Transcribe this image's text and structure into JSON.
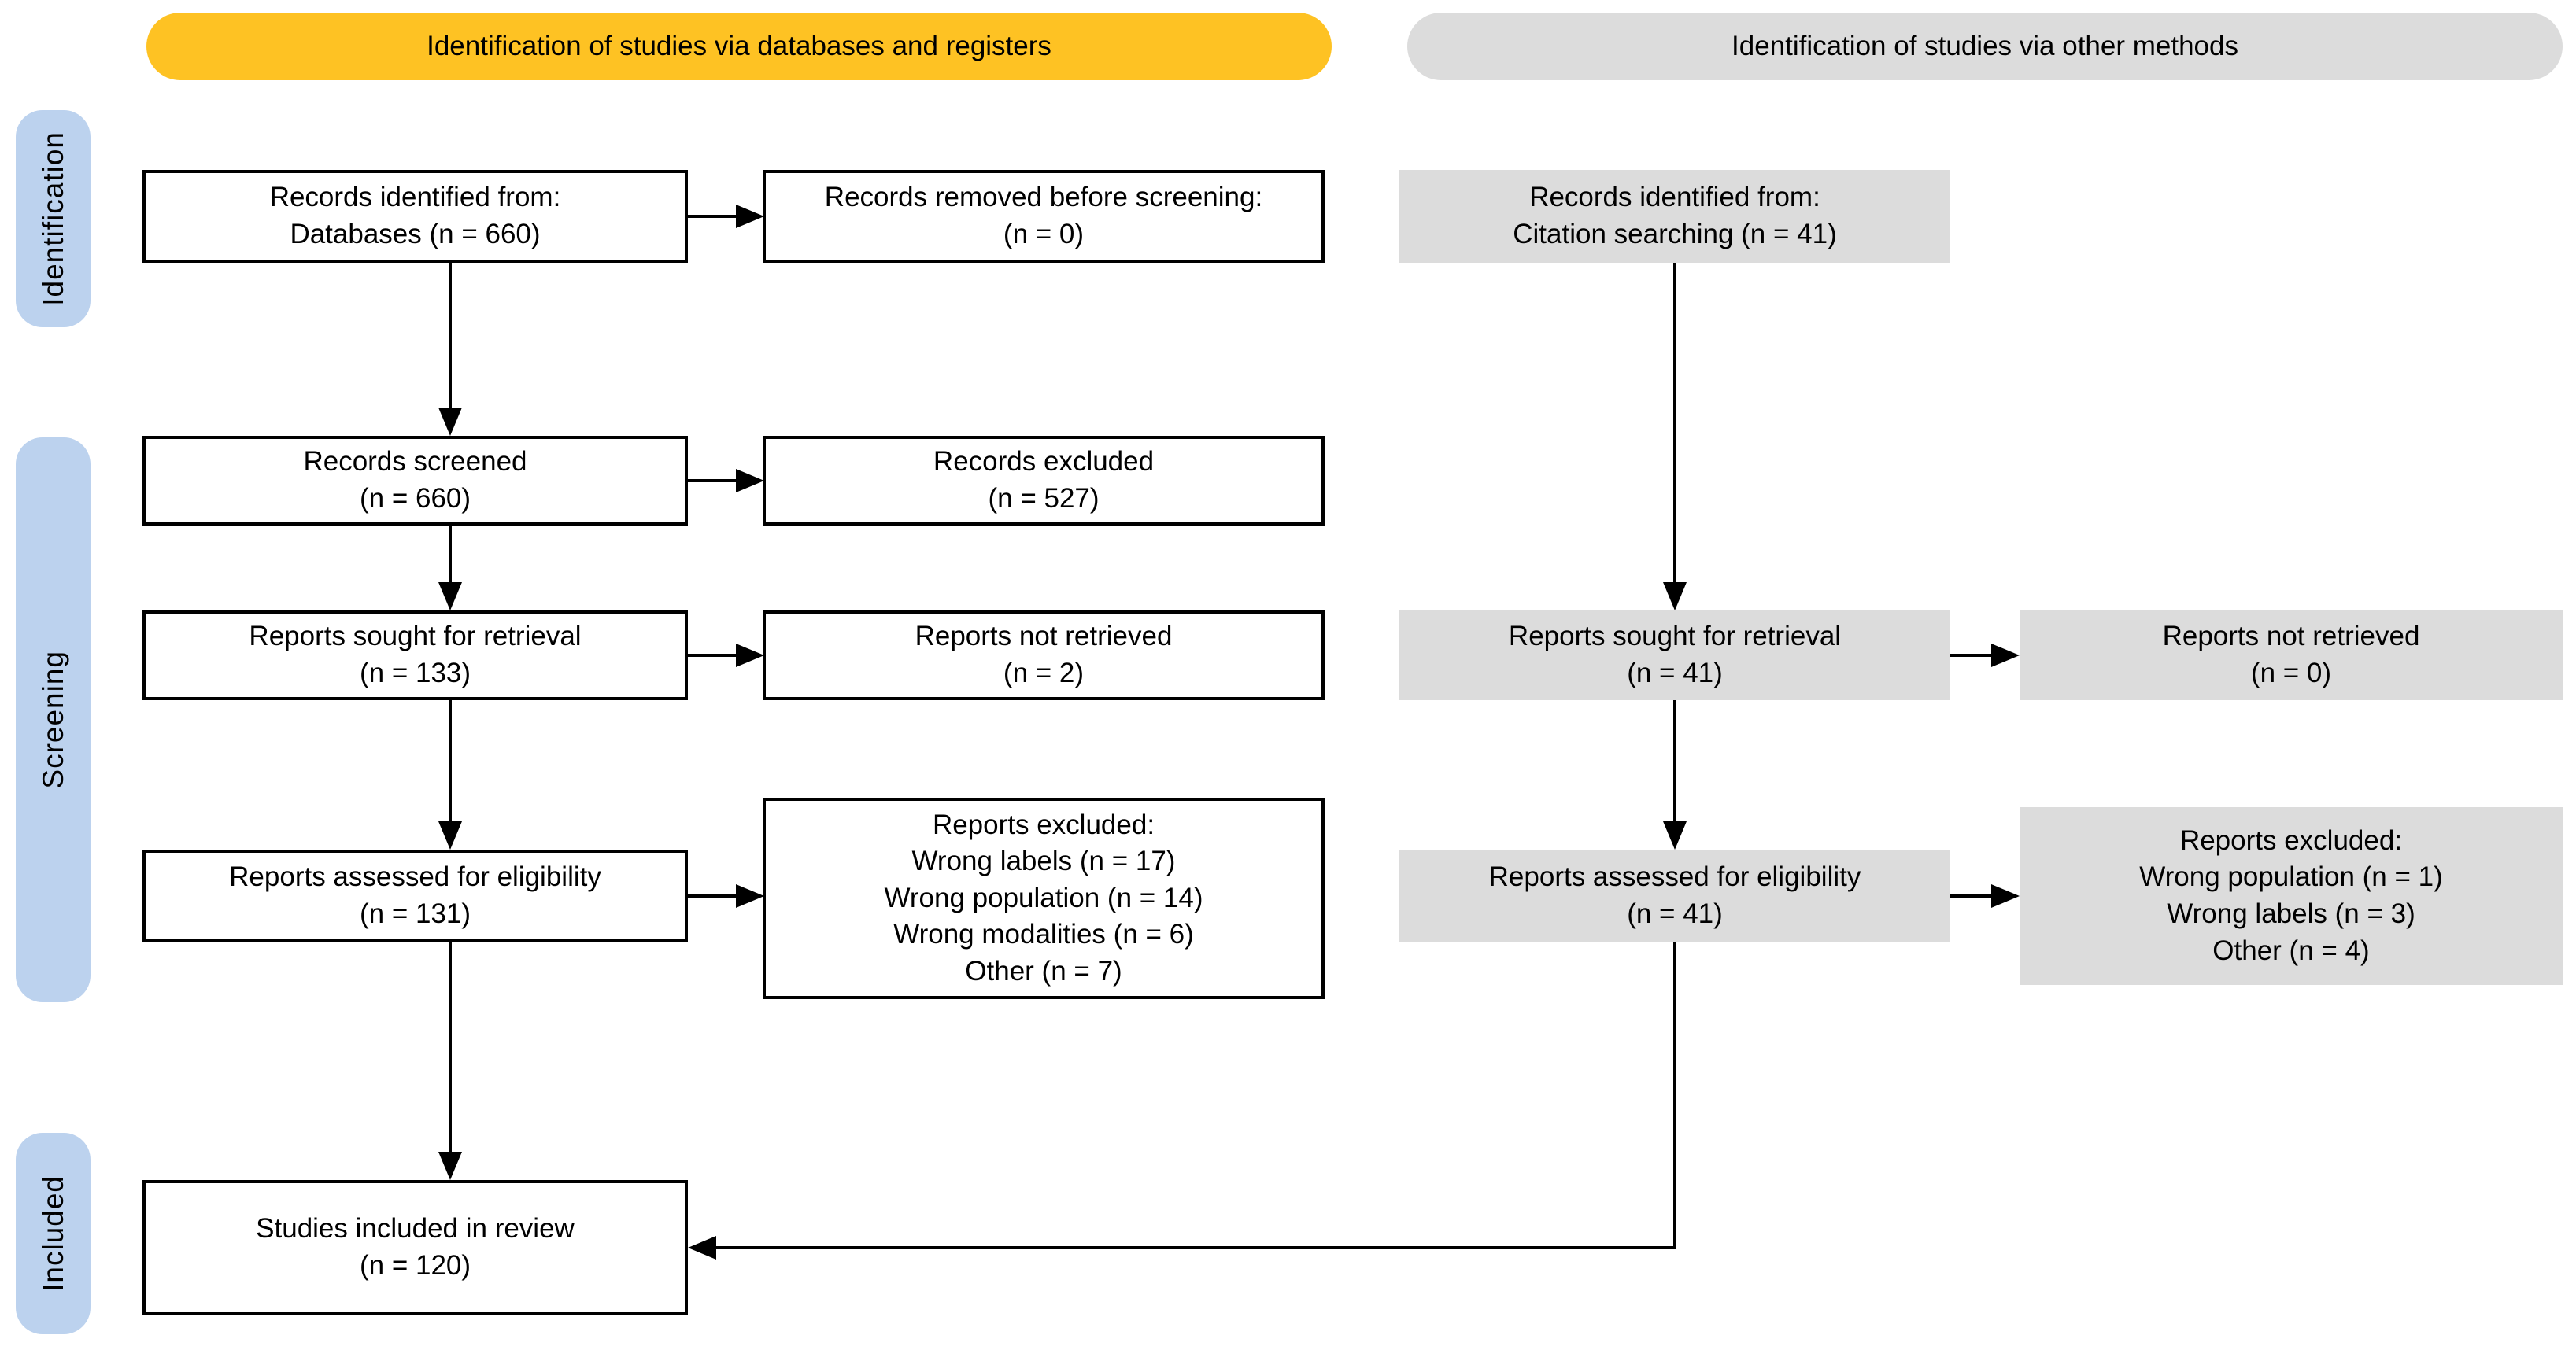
{
  "headers": {
    "databases": "Identification of studies via databases and registers",
    "other_methods": "Identification of studies via other methods"
  },
  "stages": {
    "identification": "Identification",
    "screening": "Screening",
    "included": "Included"
  },
  "boxes": {
    "db_identified": [
      "Records identified from:",
      "Databases (n = 660)"
    ],
    "db_removed": [
      "Records removed before screening:",
      "(n = 0)"
    ],
    "db_screened": [
      "Records screened",
      "(n = 660)"
    ],
    "db_excluded": [
      "Records excluded",
      "(n = 527)"
    ],
    "db_sought": [
      "Reports sought for retrieval",
      "(n = 133)"
    ],
    "db_not_retrieved": [
      "Reports not retrieved",
      "(n = 2)"
    ],
    "db_assessed": [
      "Reports assessed for eligibility",
      "(n = 131)"
    ],
    "db_reports_excluded": [
      "Reports excluded:",
      "Wrong labels (n = 17)",
      "Wrong population (n = 14)",
      "Wrong modalities (n = 6)",
      "Other (n = 7)"
    ],
    "om_identified": [
      "Records identified from:",
      "Citation searching (n = 41)"
    ],
    "om_sought": [
      "Reports sought for retrieval",
      "(n = 41)"
    ],
    "om_not_retrieved": [
      "Reports not retrieved",
      "(n = 0)"
    ],
    "om_assessed": [
      "Reports assessed for eligibility",
      "(n = 41)"
    ],
    "om_reports_excluded": [
      "Reports excluded:",
      "Wrong population (n = 1)",
      "Wrong labels (n = 3)",
      "Other (n = 4)"
    ],
    "included": [
      "Studies included in review",
      "(n = 120)"
    ]
  },
  "colors": {
    "accent_yellow": "#FEC223",
    "box_gray": "#DCDCDC",
    "stage_blue": "#BCD2EE",
    "line_black": "#000000",
    "background": "#FFFFFF"
  }
}
